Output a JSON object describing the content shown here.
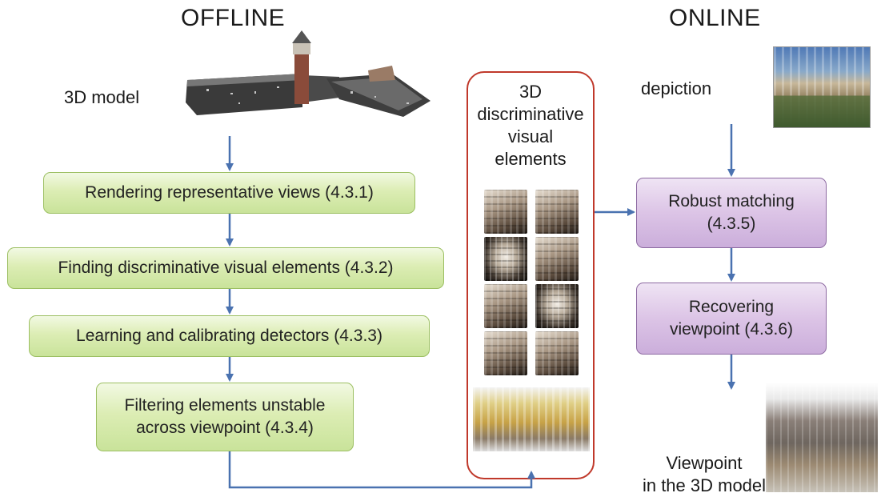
{
  "headings": {
    "offline": "OFFLINE",
    "online": "ONLINE"
  },
  "labels": {
    "model": "3D model",
    "depiction": "depiction",
    "elements_lines": [
      "3D",
      "discriminative",
      "visual",
      "elements"
    ],
    "viewpoint_lines": [
      "Viewpoint",
      "in the 3D model"
    ]
  },
  "offline_steps": [
    {
      "lines": [
        "Rendering representative views (4.3.1)"
      ]
    },
    {
      "lines": [
        "Finding discriminative visual elements (4.3.2)"
      ]
    },
    {
      "lines": [
        "Learning and calibrating detectors (4.3.3)"
      ]
    },
    {
      "lines": [
        "Filtering elements unstable",
        "across viewpoint (4.3.4)"
      ]
    }
  ],
  "online_steps": [
    {
      "lines": [
        "Robust matching",
        "(4.3.5)"
      ]
    },
    {
      "lines": [
        "Recovering",
        "viewpoint (4.3.6)"
      ]
    }
  ],
  "colors": {
    "arrow": "#4a72b0",
    "offline_box_border": "#9cbf62",
    "online_box_border": "#8d6aa2",
    "elements_panel_border": "#c0392b"
  }
}
